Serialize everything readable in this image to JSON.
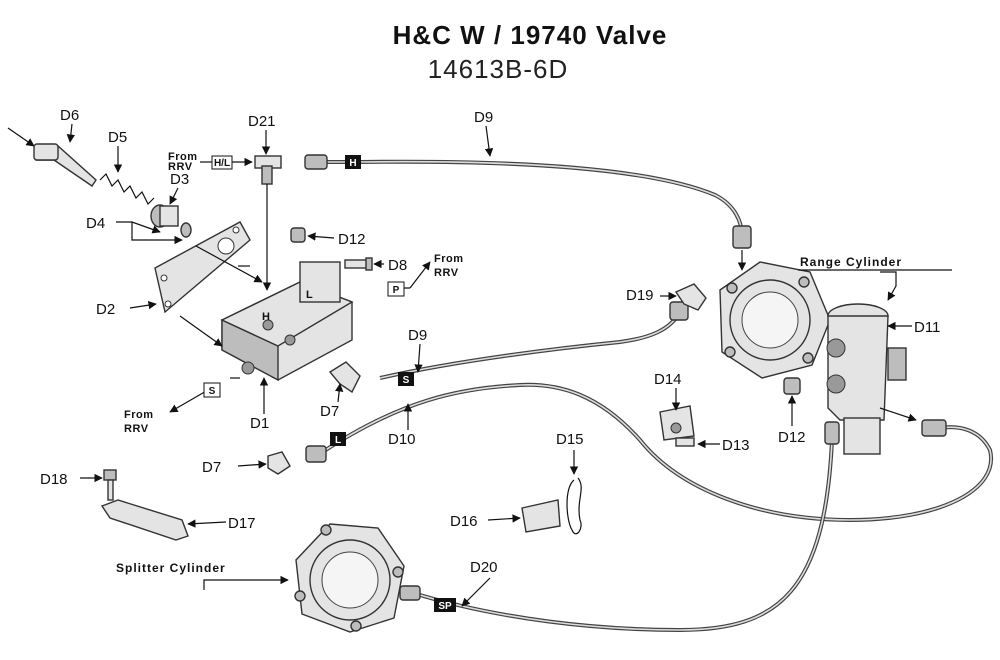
{
  "title": "H&C W / 19740 Valve",
  "subtitle": "14613B-6D",
  "labels": {
    "d6": "D6",
    "d5": "D5",
    "d3": "D3",
    "d4": "D4",
    "d2": "D2",
    "d21": "D21",
    "d12a": "D12",
    "d8": "D8",
    "d9a": "D9",
    "d9b": "D9",
    "d19": "D19",
    "d11": "D11",
    "d7a": "D7",
    "d7b": "D7",
    "d1": "D1",
    "d10": "D10",
    "d14": "D14",
    "d13": "D13",
    "d12b": "D12",
    "d15": "D15",
    "d16": "D16",
    "d18": "D18",
    "d17": "D17",
    "d20": "D20"
  },
  "captions": {
    "range_cylinder": "Range Cylinder",
    "splitter_cylinder": "Splitter Cylinder",
    "from_rrv_1_a": "From",
    "from_rrv_1_b": "RRV",
    "from_rrv_2_a": "From",
    "from_rrv_2_b": "RRV",
    "from_rrv_3_a": "From",
    "from_rrv_3_b": "RRV"
  },
  "tags": {
    "h_top": "H",
    "hl": "H/L",
    "p": "P",
    "s_port": "S",
    "s_hose": "S",
    "l_hose": "L",
    "sp": "SP",
    "block_h": "H",
    "block_l": "L"
  }
}
